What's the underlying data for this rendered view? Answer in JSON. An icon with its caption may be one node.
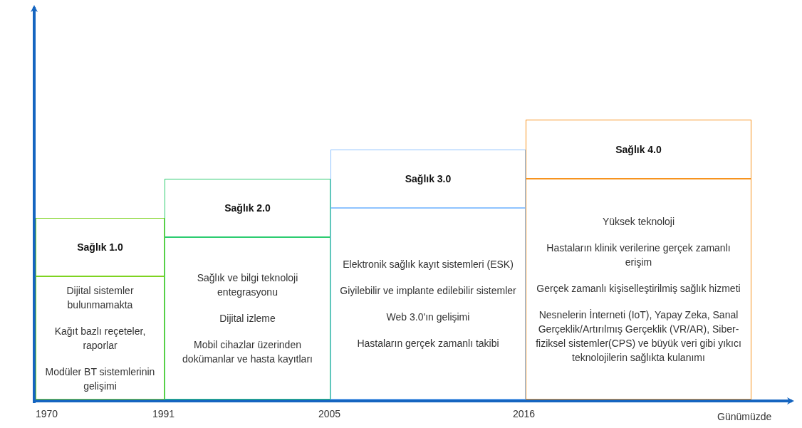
{
  "diagram": {
    "nodes": [
      {
        "text": [
          "Sağlık 1.0"
        ]
      },
      {
        "text": [
          "Dijital sistemler bulunmamakta",
          "Kağıt bazlı reçeteler, raporlar",
          "Modüler BT sistemlerinin gelişimi"
        ]
      },
      {
        "text": [
          "Sağlık 2.0"
        ]
      },
      {
        "text": [
          "Sağlık ve bilgi teknoloji entegrasyonu",
          "Dijital izleme",
          "Mobil cihazlar üzerinden dokümanlar ve hasta kayıtları"
        ]
      },
      {
        "text": [
          "Sağlık 3.0"
        ]
      },
      {
        "text": [
          "Elektronik sağlık kayıt sistemleri (ESK)",
          "Giyilebilir ve implante edilebilir sistemler",
          "Web 3.0'ın gelişimi",
          "Hastaların gerçek zamanlı takibi"
        ]
      },
      {
        "text": [
          "Sağlık 4.0"
        ]
      },
      {
        "text": [
          "Yüksek teknoloji",
          "Hastaların klinik verilerine gerçek zamanlı erişim",
          "Gerçek zamanlı kişiselleştirilmiş sağlık hizmeti",
          "Nesnelerin İnterneti (IoT), Yapay Zeka, Sanal Gerçeklik/Artırılmış Gerçeklik (VR/AR), Siber-fiziksel sistemler(CPS) ve büyük veri gibi yıkıcı teknolojilerin sağlıkta kulanımı"
        ]
      }
    ],
    "edges": [],
    "labels": [
      "1970",
      "1991",
      "2005",
      "2016",
      "Günümüzde"
    ]
  }
}
